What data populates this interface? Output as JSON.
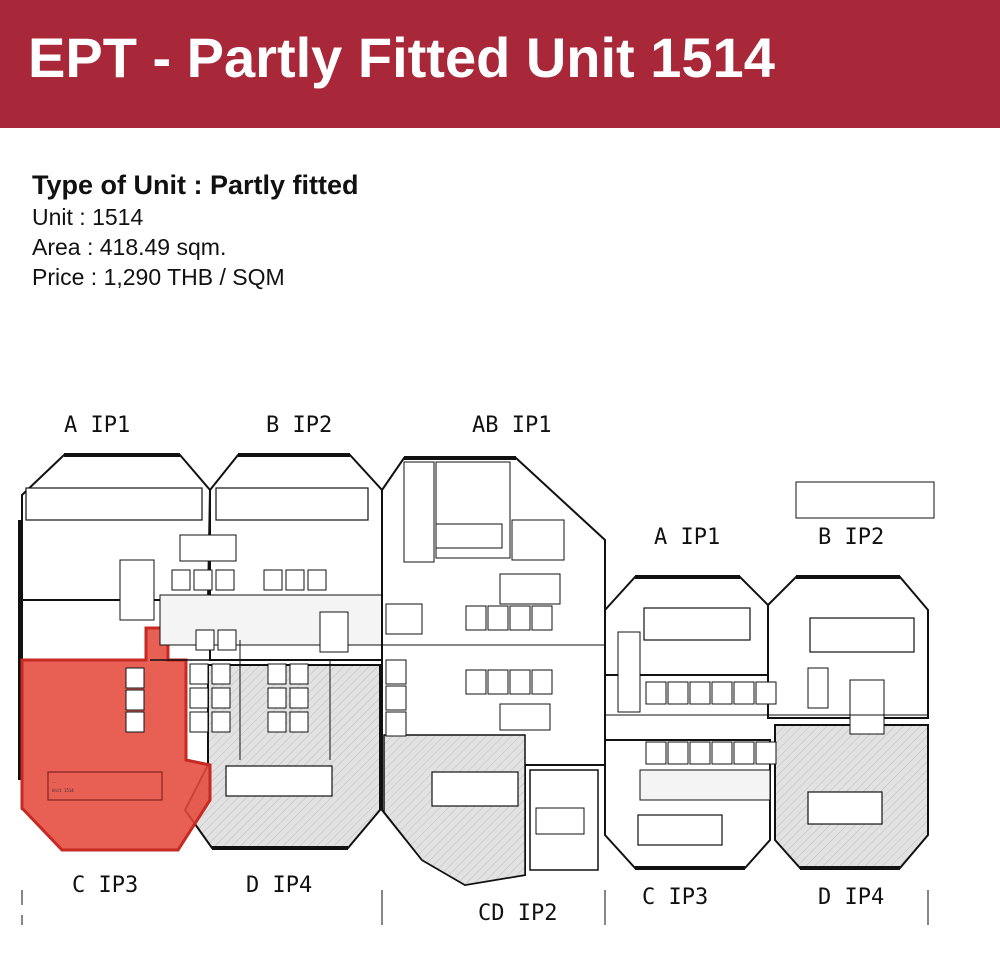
{
  "header": {
    "title": "EPT - Partly Fitted Unit 1514",
    "background_color": "#a8283a"
  },
  "unit_info": {
    "type_line": "Type of Unit : Partly fitted",
    "unit_line": "Unit : 1514",
    "area_line": "Area : 418.49 sqm.",
    "price_line": "Price : 1,290 THB / SQM"
  },
  "floor_plan": {
    "highlight_color": "#e5493c",
    "zones_left": {
      "a": "A  IP1",
      "b": "B  IP2",
      "ab": "AB IP1",
      "c": "C  IP3",
      "d": "D  IP4",
      "cd": "CD IP2"
    },
    "zones_right": {
      "a": "A  IP1",
      "b": "B  IP2",
      "c": "C  IP3",
      "d": "D  IP4"
    }
  }
}
